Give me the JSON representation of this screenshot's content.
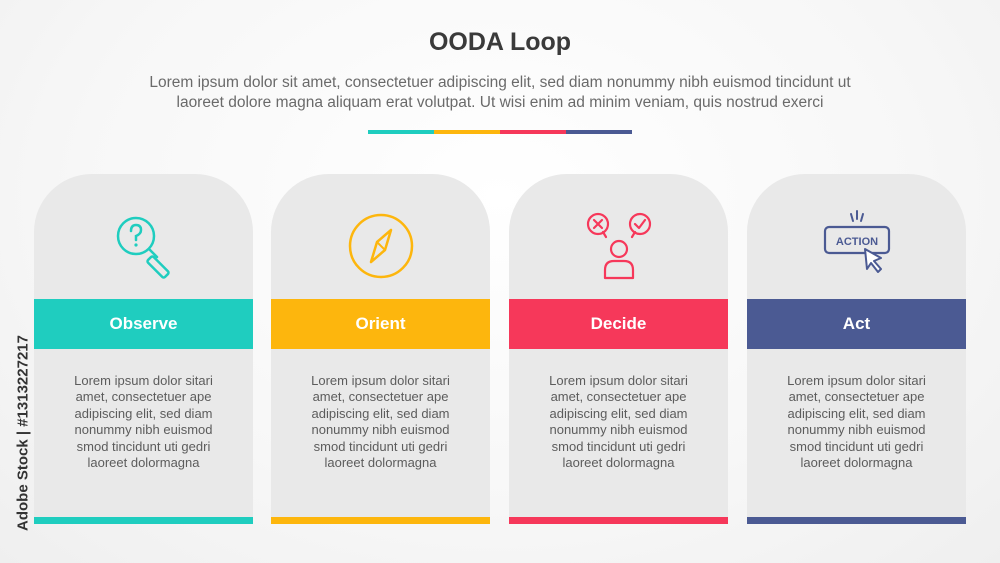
{
  "header": {
    "title": "OODA Loop",
    "subtitle_line1": "Lorem ipsum dolor sit amet, consectetuer adipiscing elit, sed diam nonummy nibh euismod tincidunt ut",
    "subtitle_line2": "laoreet dolore magna aliquam erat volutpat. Ut wisi enim ad minim veniam, quis nostrud exerci"
  },
  "colors": {
    "observe": "#1fcdbf",
    "orient": "#fdb60d",
    "decide": "#f6385a",
    "act": "#4b5a93",
    "card_bg": "#e9e9e9"
  },
  "steps": [
    {
      "label": "Observe",
      "icon": "magnifier-question-icon",
      "description": "Lorem ipsum dolor sitari\namet, consectetuer ape\nadipiscing elit, sed diam\nnonummy nibh euismod\nsmod tincidunt uti gedri\nlaoreet dolormagna"
    },
    {
      "label": "Orient",
      "icon": "compass-icon",
      "description": "Lorem ipsum dolor sitari\namet, consectetuer ape\nadipiscing elit, sed diam\nnonummy nibh euismod\nsmod tincidunt uti gedri\nlaoreet dolormagna"
    },
    {
      "label": "Decide",
      "icon": "decision-person-icon",
      "description": "Lorem ipsum dolor sitari\namet, consectetuer ape\nadipiscing elit, sed diam\nnonummy nibh euismod\nsmod tincidunt uti gedri\nlaoreet dolormagna"
    },
    {
      "label": "Act",
      "icon": "action-button-cursor-icon",
      "icon_text": "ACTION",
      "description": "Lorem ipsum dolor sitari\namet, consectetuer ape\nadipiscing elit, sed diam\nnonummy nibh euismod\nsmod tincidunt uti gedri\nlaoreet dolormagna"
    }
  ],
  "watermark": {
    "text": "Adobe Stock | #1313227217"
  }
}
